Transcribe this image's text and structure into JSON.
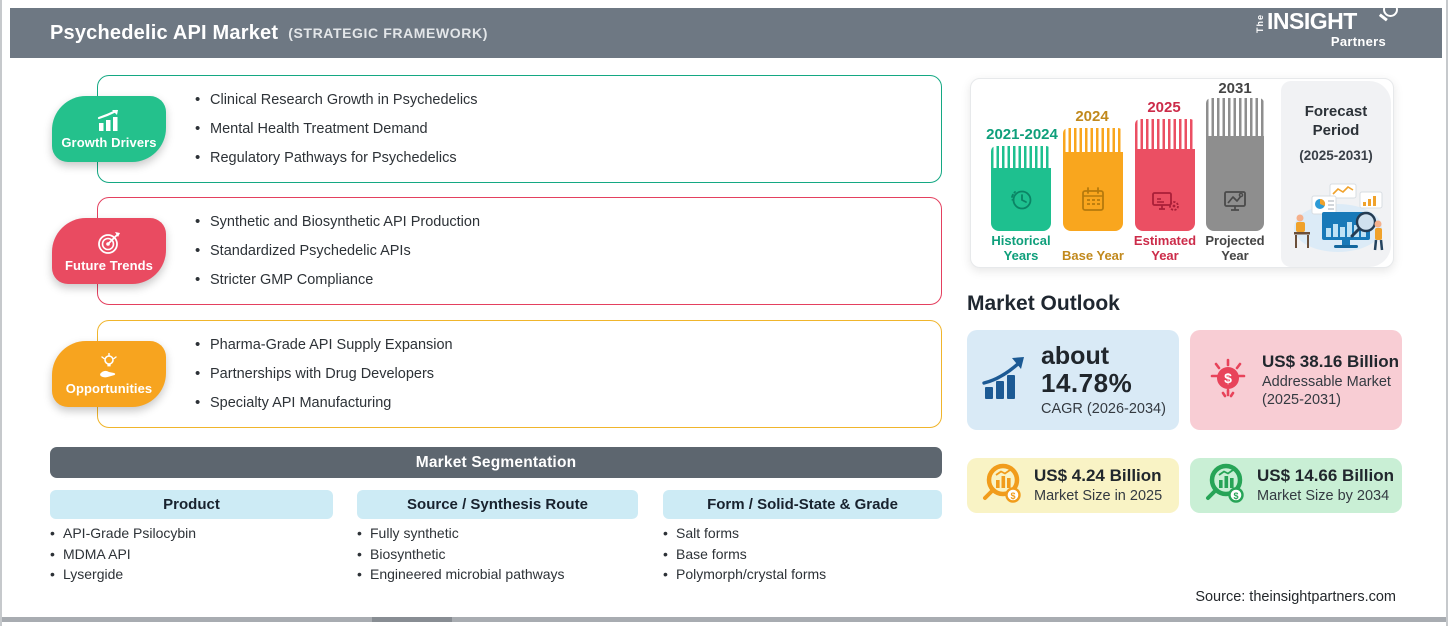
{
  "header": {
    "title": "Psychedelic API Market",
    "subtitle": "(STRATEGIC FRAMEWORK)",
    "logo": {
      "the": "The",
      "insight": "INSIGHT",
      "partners": "Partners"
    }
  },
  "framework": {
    "boxes": [
      {
        "label": "Growth Drivers",
        "icon": "bar-chart-growth-icon",
        "badge_color": "#24c18c",
        "border_color": "#14a883",
        "items": [
          "Clinical Research Growth in Psychedelics",
          "Mental Health Treatment Demand",
          "Regulatory Pathways for Psychedelics"
        ]
      },
      {
        "label": "Future Trends",
        "icon": "target-dart-icon",
        "badge_color": "#e94b61",
        "border_color": "#e4405f",
        "items": [
          "Synthetic and Biosynthetic API Production",
          "Standardized Psychedelic APIs",
          "Stricter GMP Compliance"
        ]
      },
      {
        "label": "Opportunities",
        "icon": "hand-lightbulb-icon",
        "badge_color": "#f7a41f",
        "border_color": "#f0b52c",
        "items": [
          "Pharma-Grade API Supply Expansion",
          "Partnerships with Drug Developers",
          "Specialty API Manufacturing"
        ]
      }
    ]
  },
  "segmentation": {
    "title": "Market Segmentation",
    "columns": [
      {
        "header": "Product",
        "items": [
          "API-Grade Psilocybin",
          "MDMA API",
          "Lysergide"
        ]
      },
      {
        "header": "Source / Synthesis Route",
        "items": [
          "Fully synthetic",
          "Biosynthetic",
          "Engineered microbial pathways"
        ]
      },
      {
        "header": "Form / Solid-State & Grade",
        "items": [
          "Salt forms",
          "Base forms",
          "Polymorph/crystal forms"
        ]
      }
    ]
  },
  "timeline": {
    "bars": [
      {
        "year": "2021-2024",
        "caption": "Historical Years",
        "color": "#1ec08f",
        "text_color": "#0f9f7b",
        "icon": "history-clock-icon",
        "icon_color": "#0b8465"
      },
      {
        "year": "2024",
        "caption": "Base Year",
        "color": "#f9a61e",
        "text_color": "#c1891d",
        "icon": "calendar-icon",
        "icon_color": "#b57a0d"
      },
      {
        "year": "2025",
        "caption": "Estimated Year",
        "color": "#eb4f63",
        "text_color": "#cc2b49",
        "icon": "gear-screen-icon",
        "icon_color": "#a91f38"
      },
      {
        "year": "2031",
        "caption": "Projected Year",
        "color": "#8e8e8e",
        "text_color": "#454545",
        "icon": "projection-image-icon",
        "icon_color": "#4a4a4a"
      }
    ],
    "forecast": {
      "title_line1": "Forecast",
      "title_line2": "Period",
      "range": "(2025-2031)"
    }
  },
  "outlook": {
    "title": "Market Outlook",
    "cagr_card": {
      "prefix": "about",
      "value": "14.78%",
      "caption": "CAGR (2026-2034)",
      "bg": "#d9eaf6",
      "icon": "trend-arrow-bars-icon",
      "icon_color": "#1c5a94"
    },
    "cards": [
      {
        "value": "US$ 38.16 Billion",
        "line2": "Addressable Market",
        "line3": "(2025-2031)",
        "bg": "#f8cdd4",
        "icon": "dollar-lightbulb-icon",
        "icon_color": "#e8435a"
      },
      {
        "value": "US$ 4.24 Billion",
        "line2": "Market Size in 2025",
        "bg": "#f9f3c5",
        "icon": "magnifier-bars-icon",
        "icon_color": "#f19c1b"
      },
      {
        "value": "US$ 14.66 Billion",
        "line2": "Market Size by 2034",
        "bg": "#c9efd5",
        "icon": "magnifier-bars-icon",
        "icon_color": "#27a457"
      }
    ]
  },
  "source_note": "Source: theinsightpartners.com"
}
